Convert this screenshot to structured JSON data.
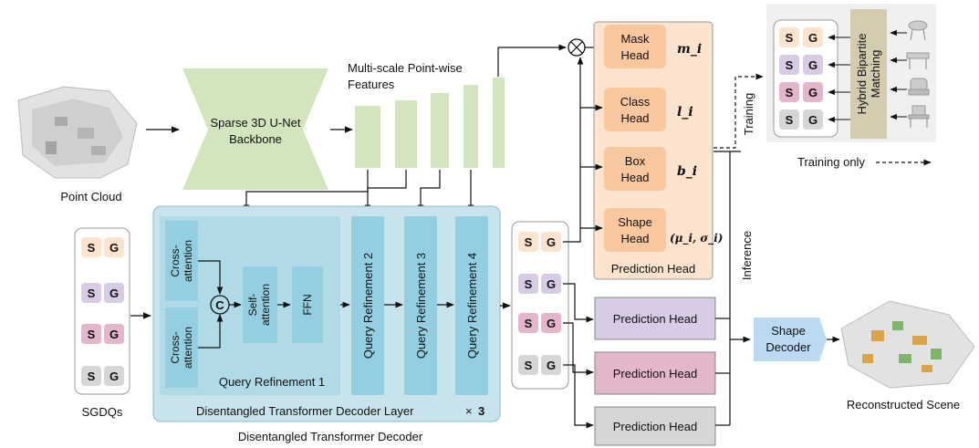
{
  "inputs": {
    "point_cloud": "Point Cloud",
    "sgdqs": "SGDQs"
  },
  "backbone": {
    "label_line1": "Sparse 3D U-Net",
    "label_line2": "Backbone"
  },
  "features": {
    "label_line1": "Multi-scale Point-wise",
    "label_line2": "Features"
  },
  "decoder": {
    "layer_label": "Disentangled Transformer  Decoder Layer",
    "repeat": "×",
    "repeat_n": "3",
    "title": "Disentangled Transformer Decoder",
    "cross_attention_line1": "Cross-",
    "cross_attention_line2": "attention",
    "concat": "C",
    "self_attention_line1": "Self-",
    "self_attention_line2": "attention",
    "ffn": "FFN",
    "query_refinement_1": "Query Refinement 1",
    "query_refinement_2": "Query Refinement 2",
    "query_refinement_3": "Query Refinement 3",
    "query_refinement_4": "Query Refinement 4"
  },
  "query_tokens": {
    "s": "S",
    "g": "G"
  },
  "prediction_head": {
    "title": "Prediction Head",
    "mask_line1": "Mask",
    "mask_line2": "Head",
    "mask_out": "m_i",
    "class_line1": "Class",
    "class_line2": "Head",
    "class_out": "l_i",
    "box_line1": "Box",
    "box_line2": "Head",
    "box_out": "b_i",
    "shape_line1": "Shape",
    "shape_line2": "Head",
    "shape_out": "(μ_i, σ_i)"
  },
  "other_heads": [
    "Prediction Head",
    "Prediction Head",
    "Prediction Head"
  ],
  "flow": {
    "training": "Training",
    "inference": "Inference",
    "training_only": "Training only"
  },
  "matching": {
    "line1": "Hybrid Bipartite",
    "line2": "Matching"
  },
  "shape_decoder": {
    "line1": "Shape",
    "line2": "Decoder"
  },
  "output": {
    "reconstructed_scene": "Reconstructed Scene"
  },
  "colors": {
    "green": "#d3e5bd",
    "decoder_bg": "#c8e3ec",
    "decoder_block": "#93cfe0",
    "orange": "#fce3cd",
    "orange_dark": "#f9c79d",
    "purple": "#d8cbe6",
    "pink": "#e4b6cc",
    "gray": "#d6d6d6",
    "tan": "#d3ccae",
    "shape_decoder": "#bcd9f2"
  }
}
